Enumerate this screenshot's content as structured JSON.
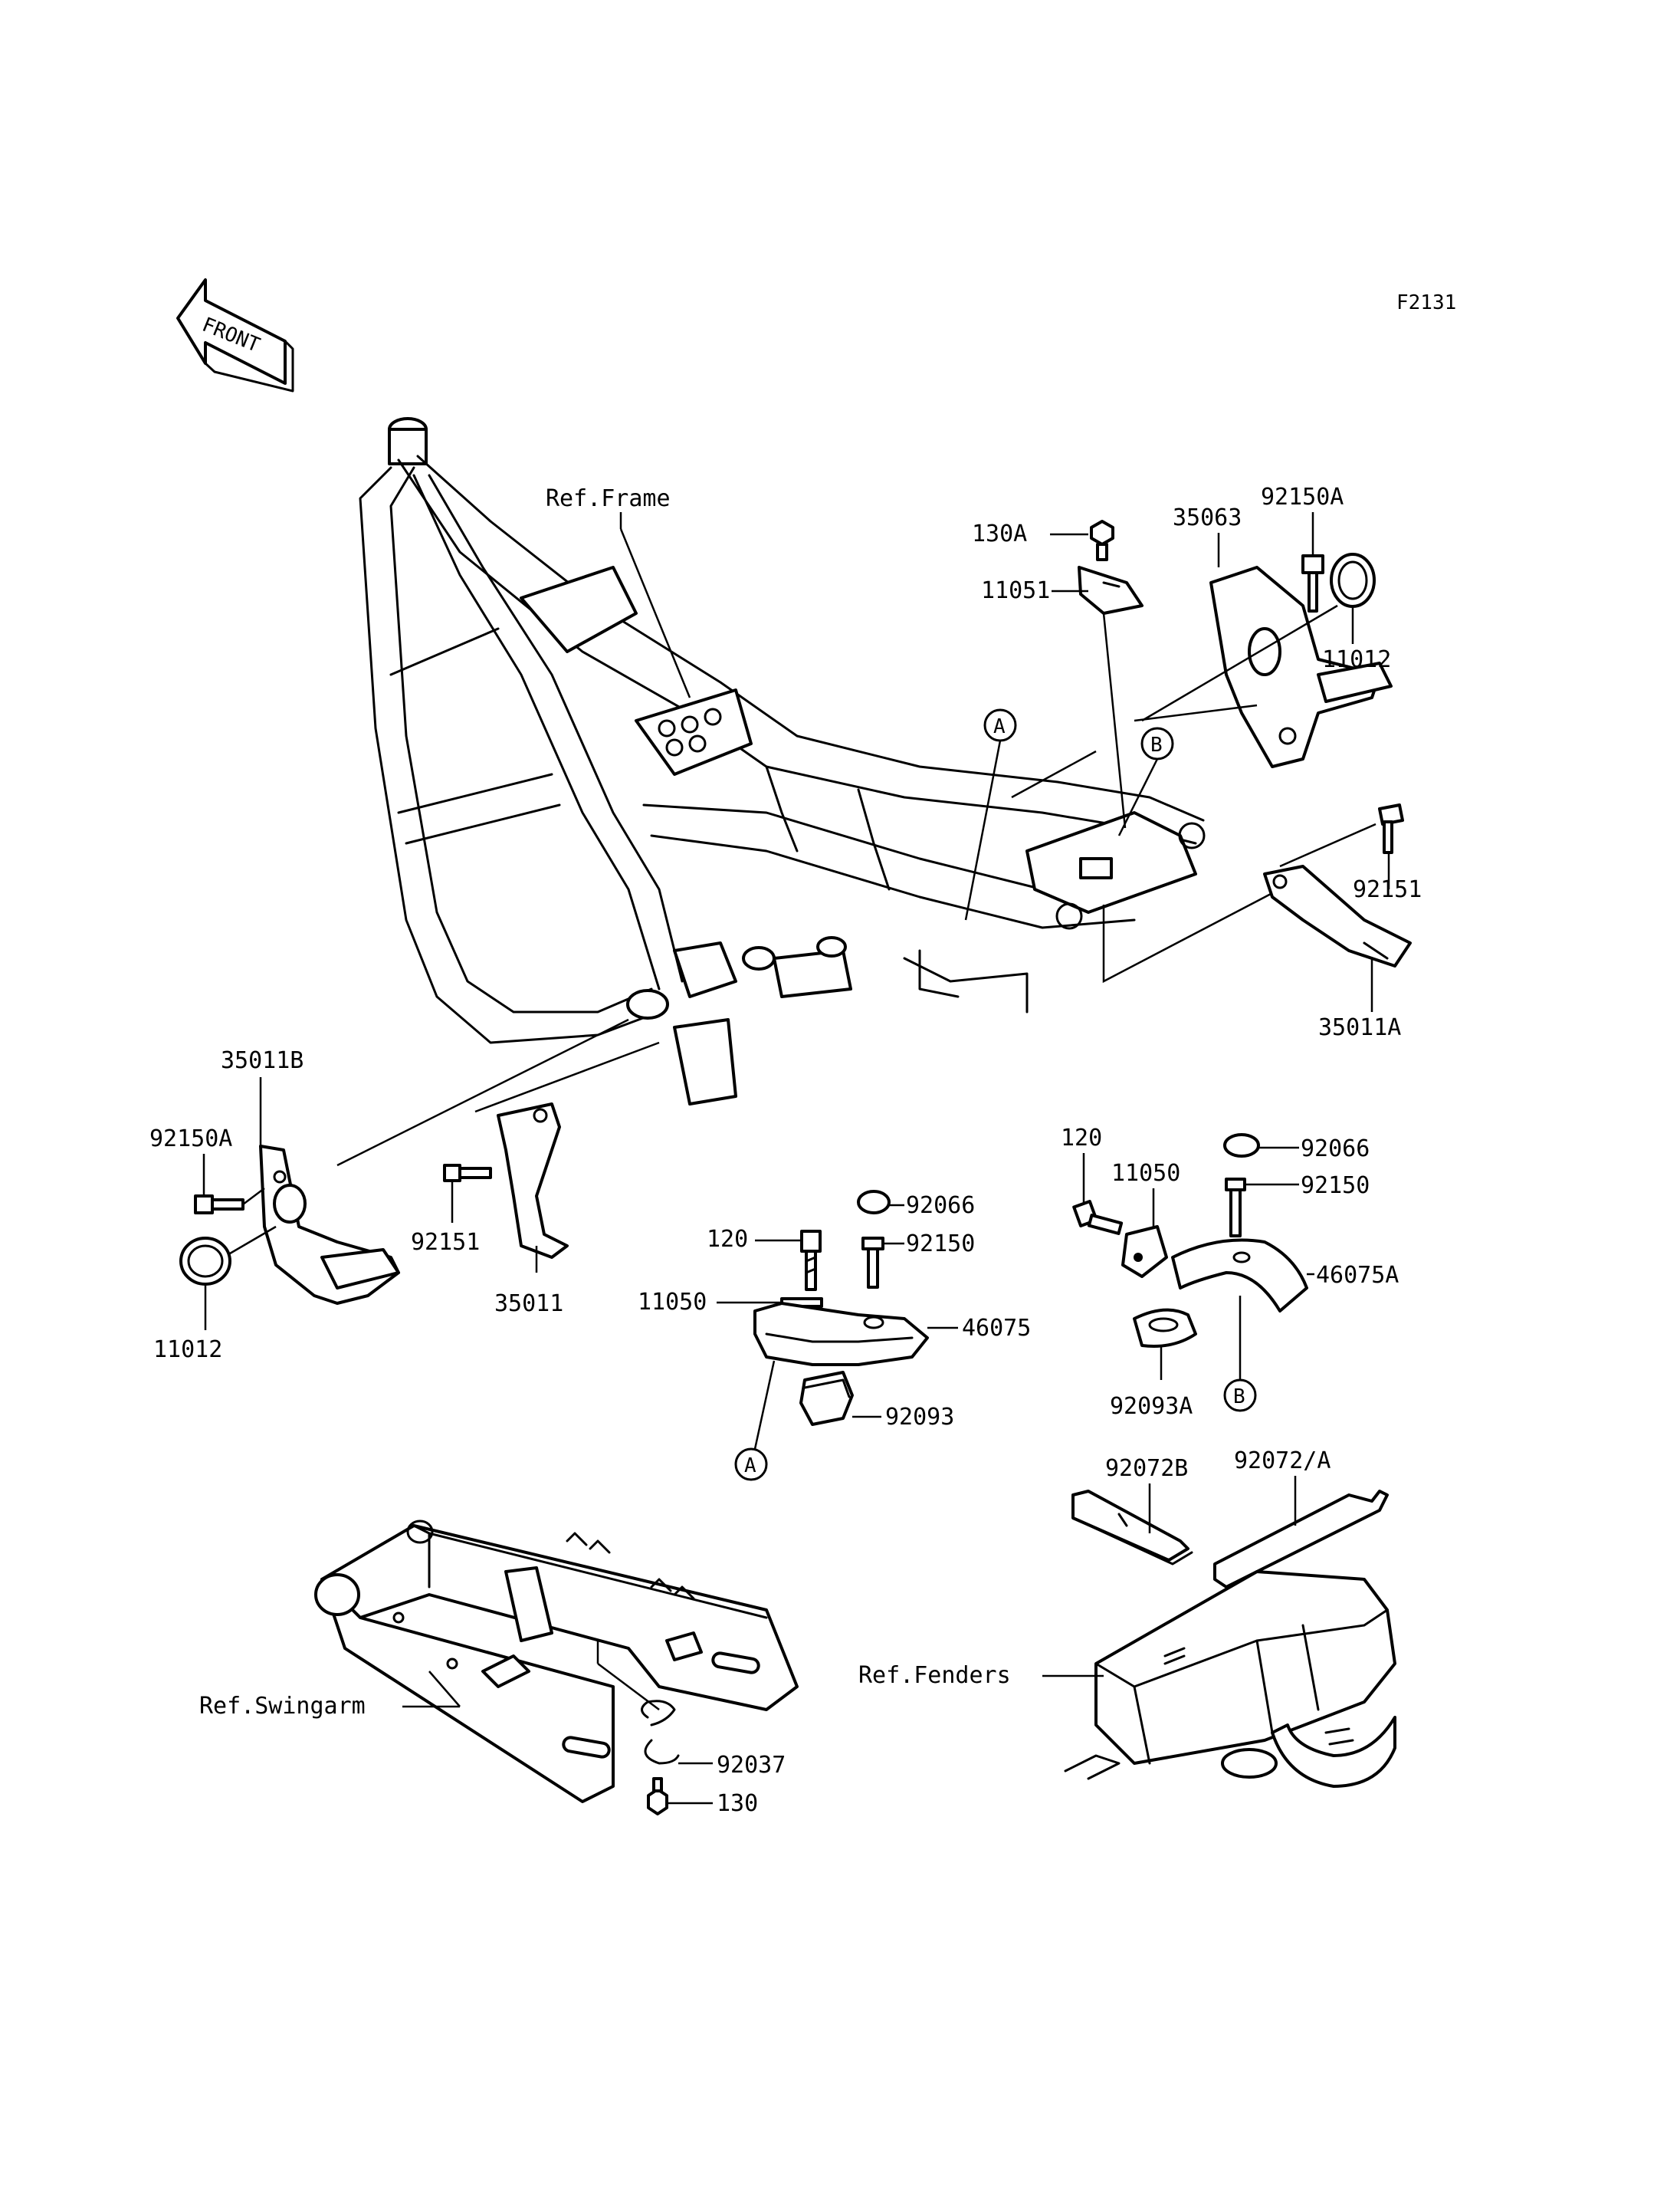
{
  "diagram_code": "F2131",
  "front_label": "FRONT",
  "refs": {
    "frame": "Ref.Frame",
    "swingarm": "Ref.Swingarm",
    "fenders": "Ref.Fenders"
  },
  "callouts": {
    "a": "A",
    "b": "B"
  },
  "parts": {
    "p130A": "130A",
    "p11051": "11051",
    "p35063": "35063",
    "p92150A_top": "92150A",
    "p11012_top": "11012",
    "p92151_right": "92151",
    "p35011A": "35011A",
    "p35011B": "35011B",
    "p92150A_left": "92150A",
    "p11012_left": "11012",
    "p92151_left": "92151",
    "p35011": "35011",
    "p92066_mid": "92066",
    "p120_mid": "120",
    "p92150_mid": "92150",
    "p11050_mid": "11050",
    "p46075": "46075",
    "p92093": "92093",
    "p120_right": "120",
    "p11050_right": "11050",
    "p92066_right": "92066",
    "p92150_right": "92150",
    "p46075A": "46075A",
    "p92093A": "92093A",
    "p92072B": "92072B",
    "p92072A": "92072/A",
    "p92037": "92037",
    "p130": "130"
  }
}
